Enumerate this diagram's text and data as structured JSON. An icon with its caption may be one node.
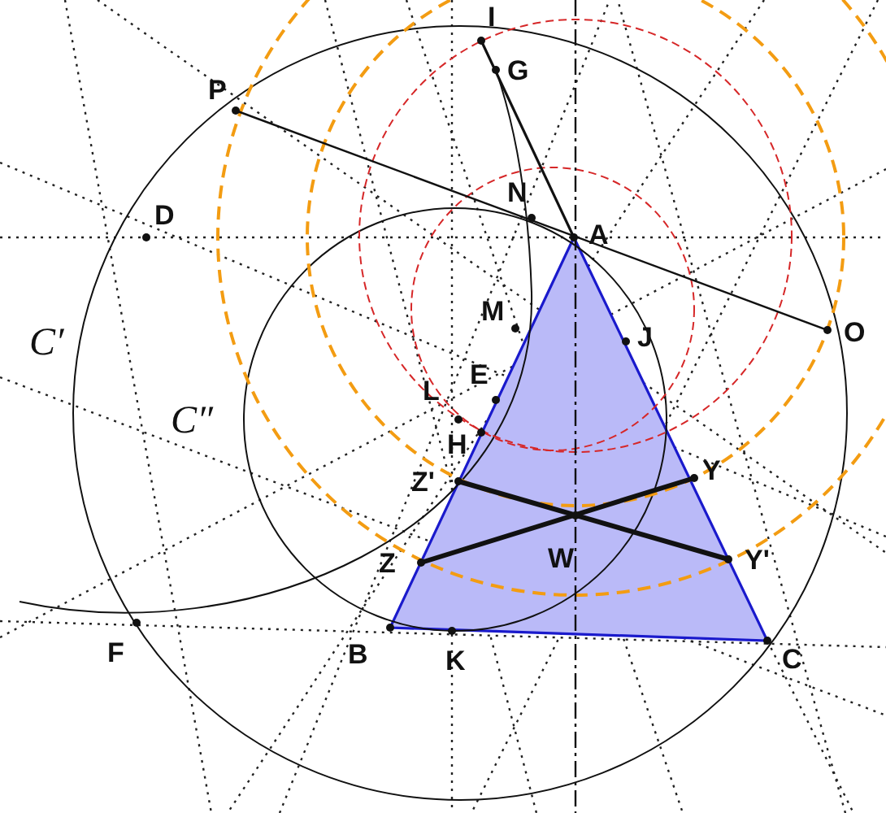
{
  "diagram": {
    "labels": [
      "I",
      "G",
      "P",
      "N",
      "A",
      "D",
      "O",
      "C′",
      "M",
      "J",
      "L",
      "E",
      "C″",
      "H",
      "Y",
      "Z'",
      "Z",
      "W",
      "Y'",
      "F",
      "B",
      "K",
      "C"
    ]
  }
}
